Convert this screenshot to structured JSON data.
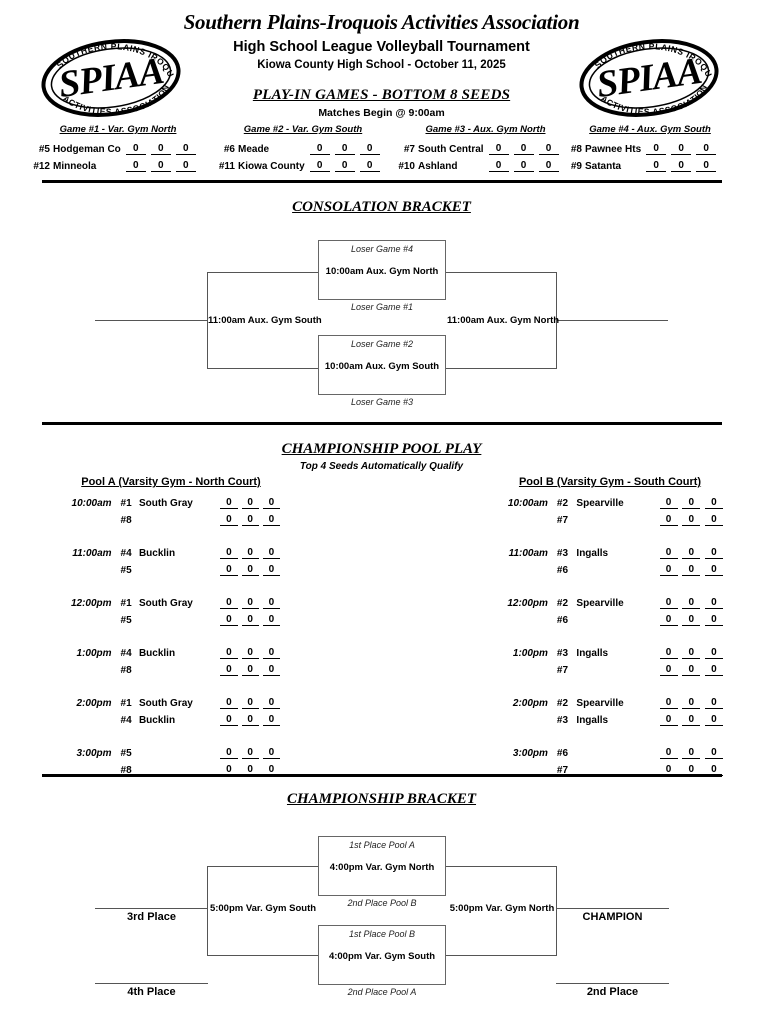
{
  "header": {
    "association": "Southern Plains-Iroquois Activities Association",
    "event": "High School League Volleyball Tournament",
    "venue_date": "Kiowa County High School - October 11, 2025",
    "logo_top_text": "SOUTHERN PLAINS IROQUOIS",
    "logo_center_text": "SPIAA",
    "logo_bottom_text": "ACTIVITIES ASSOCIATION"
  },
  "play_in": {
    "title": "PLAY-IN GAMES - BOTTOM 8 SEEDS",
    "subtitle": "Matches Begin @ 9:00am",
    "games": [
      {
        "title": "Game #1 - Var. Gym North",
        "rows": [
          {
            "seed": "#5",
            "team": "Hodgeman Co",
            "scores": [
              "0",
              "0",
              "0"
            ]
          },
          {
            "seed": "#12",
            "team": "Minneola",
            "scores": [
              "0",
              "0",
              "0"
            ]
          }
        ]
      },
      {
        "title": "Game #2 - Var. Gym South",
        "rows": [
          {
            "seed": "#6",
            "team": "Meade",
            "scores": [
              "0",
              "0",
              "0"
            ]
          },
          {
            "seed": "#11",
            "team": "Kiowa County",
            "scores": [
              "0",
              "0",
              "0"
            ]
          }
        ]
      },
      {
        "title": "Game #3 - Aux. Gym North",
        "rows": [
          {
            "seed": "#7",
            "team": "South Central",
            "scores": [
              "0",
              "0",
              "0"
            ]
          },
          {
            "seed": "#10",
            "team": "Ashland",
            "scores": [
              "0",
              "0",
              "0"
            ]
          }
        ]
      },
      {
        "title": "Game #4 - Aux. Gym South",
        "rows": [
          {
            "seed": "#8",
            "team": "Pawnee Hts",
            "scores": [
              "0",
              "0",
              "0"
            ]
          },
          {
            "seed": "#9",
            "team": "Satanta",
            "scores": [
              "0",
              "0",
              "0"
            ]
          }
        ]
      }
    ]
  },
  "consolation": {
    "title": "CONSOLATION BRACKET",
    "top_box": {
      "above": "Loser Game #4",
      "game": "10:00am Aux. Gym North",
      "below": "Loser Game #1"
    },
    "bottom_box": {
      "above": "Loser Game #2",
      "game": "10:00am Aux. Gym South",
      "below": "Loser Game #3"
    },
    "left_game": "11:00am Aux. Gym South",
    "right_game": "11:00am Aux. Gym North"
  },
  "pool_play": {
    "title": "CHAMPIONSHIP POOL PLAY",
    "subtitle": "Top 4 Seeds Automatically Qualify",
    "pool_a": {
      "title": "Pool A (Varsity Gym - North Court)",
      "matches": [
        {
          "time": "10:00am",
          "teams": [
            {
              "seed": "#1",
              "team": "South Gray",
              "scores": [
                "0",
                "0",
                "0"
              ]
            },
            {
              "seed": "#8",
              "team": "",
              "scores": [
                "0",
                "0",
                "0"
              ]
            }
          ]
        },
        {
          "time": "11:00am",
          "teams": [
            {
              "seed": "#4",
              "team": "Bucklin",
              "scores": [
                "0",
                "0",
                "0"
              ]
            },
            {
              "seed": "#5",
              "team": "",
              "scores": [
                "0",
                "0",
                "0"
              ]
            }
          ]
        },
        {
          "time": "12:00pm",
          "teams": [
            {
              "seed": "#1",
              "team": "South Gray",
              "scores": [
                "0",
                "0",
                "0"
              ]
            },
            {
              "seed": "#5",
              "team": "",
              "scores": [
                "0",
                "0",
                "0"
              ]
            }
          ]
        },
        {
          "time": "1:00pm",
          "teams": [
            {
              "seed": "#4",
              "team": "Bucklin",
              "scores": [
                "0",
                "0",
                "0"
              ]
            },
            {
              "seed": "#8",
              "team": "",
              "scores": [
                "0",
                "0",
                "0"
              ]
            }
          ]
        },
        {
          "time": "2:00pm",
          "teams": [
            {
              "seed": "#1",
              "team": "South Gray",
              "scores": [
                "0",
                "0",
                "0"
              ]
            },
            {
              "seed": "#4",
              "team": "Bucklin",
              "scores": [
                "0",
                "0",
                "0"
              ]
            }
          ]
        },
        {
          "time": "3:00pm",
          "teams": [
            {
              "seed": "#5",
              "team": "",
              "scores": [
                "0",
                "0",
                "0"
              ]
            },
            {
              "seed": "#8",
              "team": "",
              "scores": [
                "0",
                "0",
                "0"
              ]
            }
          ]
        }
      ]
    },
    "pool_b": {
      "title": "Pool B (Varsity Gym - South Court)",
      "matches": [
        {
          "time": "10:00am",
          "teams": [
            {
              "seed": "#2",
              "team": "Spearville",
              "scores": [
                "0",
                "0",
                "0"
              ]
            },
            {
              "seed": "#7",
              "team": "",
              "scores": [
                "0",
                "0",
                "0"
              ]
            }
          ]
        },
        {
          "time": "11:00am",
          "teams": [
            {
              "seed": "#3",
              "team": "Ingalls",
              "scores": [
                "0",
                "0",
                "0"
              ]
            },
            {
              "seed": "#6",
              "team": "",
              "scores": [
                "0",
                "0",
                "0"
              ]
            }
          ]
        },
        {
          "time": "12:00pm",
          "teams": [
            {
              "seed": "#2",
              "team": "Spearville",
              "scores": [
                "0",
                "0",
                "0"
              ]
            },
            {
              "seed": "#6",
              "team": "",
              "scores": [
                "0",
                "0",
                "0"
              ]
            }
          ]
        },
        {
          "time": "1:00pm",
          "teams": [
            {
              "seed": "#3",
              "team": "Ingalls",
              "scores": [
                "0",
                "0",
                "0"
              ]
            },
            {
              "seed": "#7",
              "team": "",
              "scores": [
                "0",
                "0",
                "0"
              ]
            }
          ]
        },
        {
          "time": "2:00pm",
          "teams": [
            {
              "seed": "#2",
              "team": "Spearville",
              "scores": [
                "0",
                "0",
                "0"
              ]
            },
            {
              "seed": "#3",
              "team": "Ingalls",
              "scores": [
                "0",
                "0",
                "0"
              ]
            }
          ]
        },
        {
          "time": "3:00pm",
          "teams": [
            {
              "seed": "#6",
              "team": "",
              "scores": [
                "0",
                "0",
                "0"
              ]
            },
            {
              "seed": "#7",
              "team": "",
              "scores": [
                "0",
                "0",
                "0"
              ]
            }
          ]
        }
      ]
    }
  },
  "championship": {
    "title": "CHAMPIONSHIP BRACKET",
    "top_box": {
      "above": "1st Place Pool A",
      "game": "4:00pm Var. Gym North",
      "below": "2nd Place Pool B"
    },
    "bottom_box": {
      "above": "1st Place Pool B",
      "game": "4:00pm Var. Gym South",
      "below": "2nd Place Pool A"
    },
    "left_game": "5:00pm Var. Gym South",
    "right_game": "5:00pm Var. Gym North",
    "third_place": "3rd Place",
    "fourth_place": "4th Place",
    "champion": "CHAMPION",
    "second_place": "2nd Place"
  },
  "colors": {
    "ink": "#000000",
    "bracket_line": "#555555",
    "paper": "#ffffff"
  }
}
